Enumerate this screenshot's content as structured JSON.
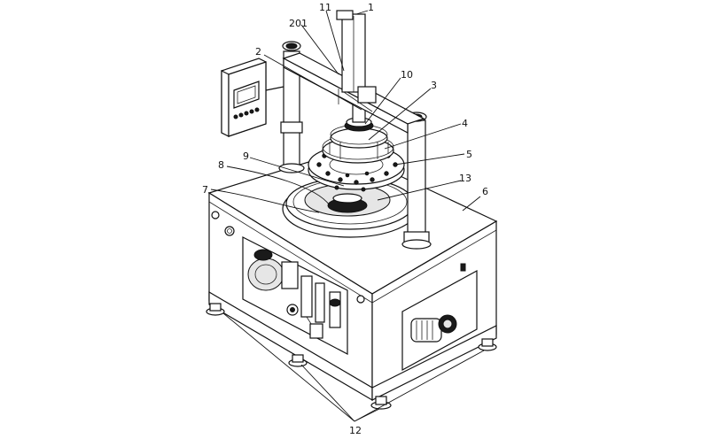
{
  "callouts": {
    "c1": "1",
    "c11": "11",
    "c201": "201",
    "c2": "2",
    "c10": "10",
    "c3": "3",
    "c4": "4",
    "c5": "5",
    "c9": "9",
    "c8": "8",
    "c13": "13",
    "c6": "6",
    "c7": "7",
    "c12": "12"
  }
}
